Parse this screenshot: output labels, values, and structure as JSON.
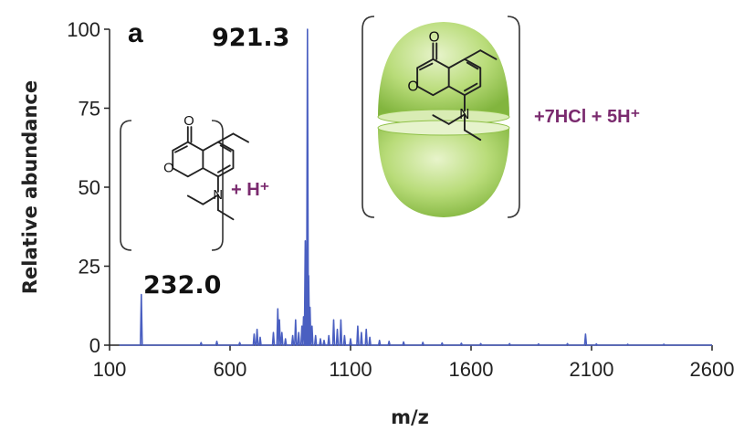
{
  "chart_data": {
    "type": "line",
    "panel_label": "a",
    "xlabel": "m/z",
    "ylabel": "Relative abundance",
    "xlim": [
      100,
      2600
    ],
    "ylim": [
      0,
      100
    ],
    "xticks": [
      100,
      600,
      1100,
      1600,
      2100,
      2600
    ],
    "yticks": [
      0,
      25,
      50,
      75,
      100
    ],
    "peaks": [
      {
        "x": 232.0,
        "y": 16
      },
      {
        "x": 480,
        "y": 0.8
      },
      {
        "x": 545,
        "y": 1.2
      },
      {
        "x": 640,
        "y": 0.8
      },
      {
        "x": 700,
        "y": 3.5
      },
      {
        "x": 712,
        "y": 5
      },
      {
        "x": 725,
        "y": 2.5
      },
      {
        "x": 780,
        "y": 4
      },
      {
        "x": 798,
        "y": 11.5
      },
      {
        "x": 805,
        "y": 8
      },
      {
        "x": 815,
        "y": 4
      },
      {
        "x": 830,
        "y": 2
      },
      {
        "x": 860,
        "y": 3
      },
      {
        "x": 872,
        "y": 8
      },
      {
        "x": 885,
        "y": 4
      },
      {
        "x": 898,
        "y": 6
      },
      {
        "x": 905,
        "y": 9
      },
      {
        "x": 912,
        "y": 33
      },
      {
        "x": 917,
        "y": 27
      },
      {
        "x": 921.3,
        "y": 100
      },
      {
        "x": 926,
        "y": 22
      },
      {
        "x": 932,
        "y": 12
      },
      {
        "x": 940,
        "y": 6
      },
      {
        "x": 955,
        "y": 3
      },
      {
        "x": 975,
        "y": 2
      },
      {
        "x": 990,
        "y": 1.5
      },
      {
        "x": 1010,
        "y": 3
      },
      {
        "x": 1030,
        "y": 8
      },
      {
        "x": 1045,
        "y": 5
      },
      {
        "x": 1060,
        "y": 8
      },
      {
        "x": 1075,
        "y": 3
      },
      {
        "x": 1100,
        "y": 2
      },
      {
        "x": 1130,
        "y": 6
      },
      {
        "x": 1145,
        "y": 4
      },
      {
        "x": 1165,
        "y": 5
      },
      {
        "x": 1180,
        "y": 2.5
      },
      {
        "x": 1220,
        "y": 1.5
      },
      {
        "x": 1260,
        "y": 1.2
      },
      {
        "x": 1320,
        "y": 1
      },
      {
        "x": 1400,
        "y": 0.9
      },
      {
        "x": 1480,
        "y": 0.7
      },
      {
        "x": 1560,
        "y": 0.6
      },
      {
        "x": 1640,
        "y": 0.5
      },
      {
        "x": 1760,
        "y": 0.5
      },
      {
        "x": 1880,
        "y": 0.4
      },
      {
        "x": 2000,
        "y": 0.5
      },
      {
        "x": 2075,
        "y": 3.5
      },
      {
        "x": 2120,
        "y": 0.4
      },
      {
        "x": 2250,
        "y": 0.3
      },
      {
        "x": 2400,
        "y": 0.3
      }
    ],
    "annotations": [
      {
        "text": "921.3",
        "x": 921.3
      },
      {
        "text": "232.0",
        "x": 232.0
      },
      {
        "text": "+ H⁺"
      },
      {
        "text": "+7HCl + 5H⁺"
      }
    ],
    "series_color": "#4a5fc1",
    "capsule_color": "#9ccc4a",
    "ion_label_color": "#7a2a6e",
    "grid": false
  }
}
